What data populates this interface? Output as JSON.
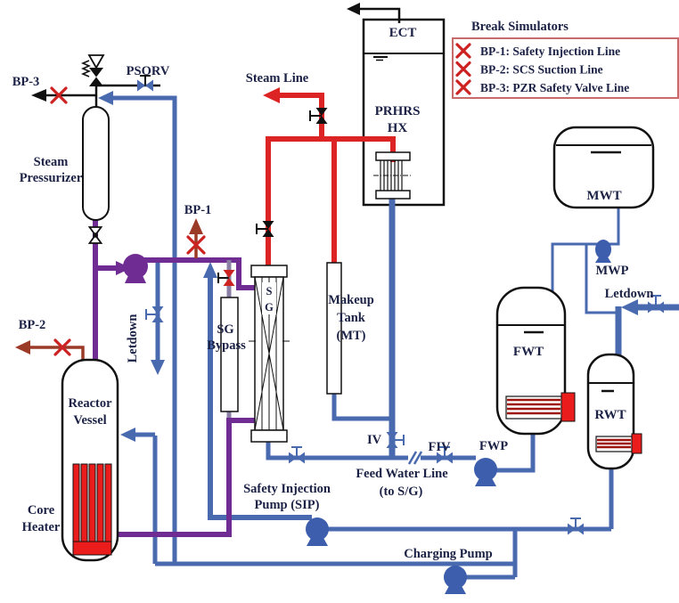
{
  "colors": {
    "steam_line_red": "#dc2424",
    "coolant_blue": "#4a6ab0",
    "primary_purple": "#6f2d93",
    "break_dark_red": "#9c3a28",
    "break_x_red": "#cc2222",
    "legend_border_red": "#c96a6a",
    "text_navy": "#1b2145",
    "pump_blue": "#3d5dad",
    "heater_red": "#ea1c1c"
  },
  "legend": {
    "title": "Break Simulators",
    "items": [
      "BP-1: Safety Injection Line",
      "BP-2: SCS Suction Line",
      "BP-3: PZR Safety Valve Line"
    ]
  },
  "vessels": {
    "ect": "ECT",
    "prhrs_line1": "PRHRS",
    "prhrs_line2": "HX",
    "pressurizer_line1": "Steam",
    "pressurizer_line2": "Pressurizer",
    "reactor_line1": "Reactor",
    "reactor_line2": "Vessel",
    "core_heater_line1": "Core",
    "core_heater_line2": "Heater",
    "sg_line1": "S",
    "sg_line2": "G",
    "sg_bypass_line1": "SG",
    "sg_bypass_line2": "Bypass",
    "makeup_line1": "Makeup",
    "makeup_line2": "Tank",
    "makeup_line3": "(MT)",
    "mwt": "MWT",
    "fwt": "FWT",
    "rwt": "RWT"
  },
  "flows": {
    "steam_line": "Steam Line",
    "letdown_left": "Letdown",
    "letdown_right": "Letdown",
    "feed_water_line1": "Feed Water Line",
    "feed_water_line2": "(to S/G)",
    "sip_line1": "Safety Injection",
    "sip_line2": "Pump (SIP)",
    "charging_pump": "Charging Pump"
  },
  "tags": {
    "psorv": "PSORV",
    "bp1": "BP-1",
    "bp2": "BP-2",
    "bp3": "BP-3",
    "iv": "IV",
    "fiv": "FIV",
    "fwp": "FWP",
    "mwp": "MWP"
  }
}
